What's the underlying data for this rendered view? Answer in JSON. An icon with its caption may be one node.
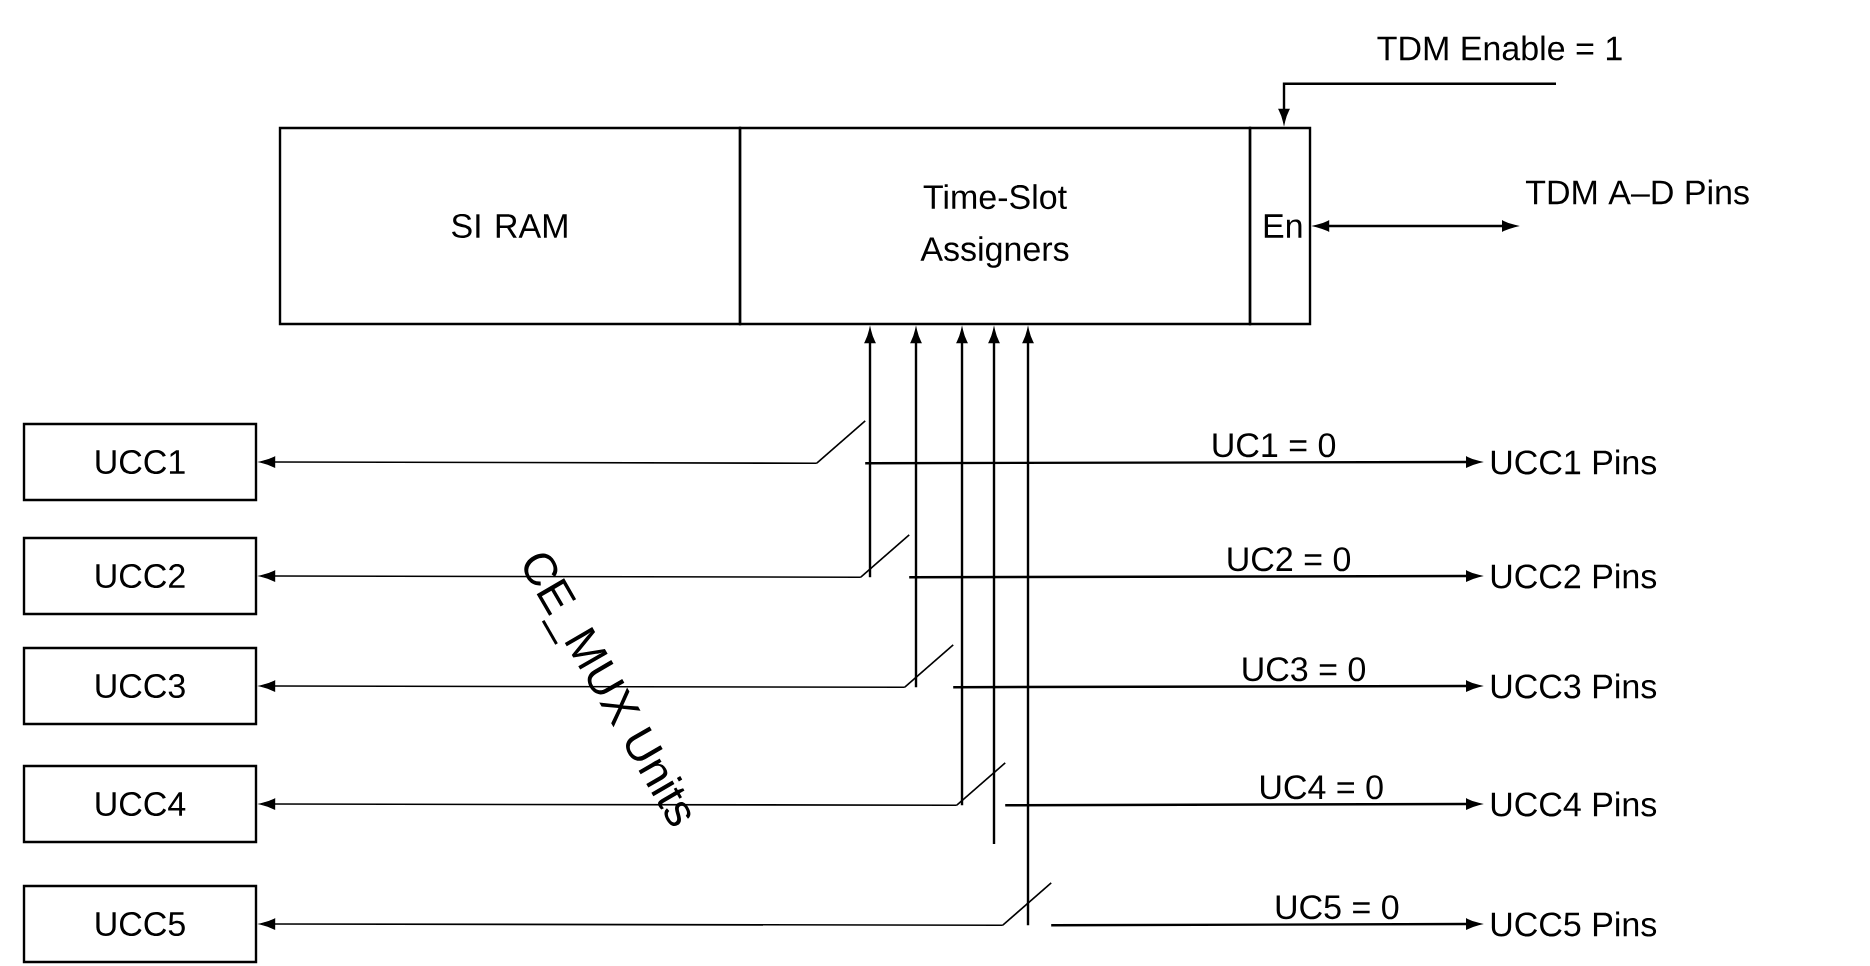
{
  "diagram": {
    "nodes": [
      {
        "text": [
          "SI RAM"
        ]
      },
      {
        "text": [
          "Time-Slot Assigners"
        ]
      },
      {
        "text": [
          "En"
        ]
      },
      {
        "text": [
          "TDM A–D Pins"
        ]
      },
      {
        "text": [
          "TDM Enable = 1"
        ]
      },
      {
        "text": [
          "UCC1"
        ]
      },
      {
        "text": [
          "UCC2"
        ]
      },
      {
        "text": [
          "UCC3"
        ]
      },
      {
        "text": [
          "UCC4"
        ]
      },
      {
        "text": [
          "UCC5"
        ]
      },
      {
        "text": [
          "UCC1 Pins"
        ]
      },
      {
        "text": [
          "UCC2 Pins"
        ]
      },
      {
        "text": [
          "UCC3 Pins"
        ]
      },
      {
        "text": [
          "UCC4 Pins"
        ]
      },
      {
        "text": [
          "UCC5 Pins"
        ]
      },
      {
        "text": [],
        "shape": "switch"
      },
      {
        "text": [],
        "shape": "switch"
      },
      {
        "text": [],
        "shape": "switch"
      },
      {
        "text": [],
        "shape": "switch"
      },
      {
        "text": [],
        "shape": "switch"
      }
    ],
    "edges": [
      {
        "from": 4,
        "to": 2,
        "arrow": "to"
      },
      {
        "from": 2,
        "to": 3,
        "arrow": "both"
      },
      {
        "from": 16,
        "to": 1,
        "arrow": "to"
      },
      {
        "from": 17,
        "to": 1,
        "arrow": "to"
      },
      {
        "from": 18,
        "to": 1,
        "arrow": "to"
      },
      {
        "from": null,
        "to": 1,
        "arrow": "to"
      },
      {
        "from": 19,
        "to": 1,
        "arrow": "to"
      },
      {
        "from": 15,
        "to": 5,
        "arrow": "to"
      },
      {
        "from": 16,
        "to": 6,
        "arrow": "to"
      },
      {
        "from": 17,
        "to": 7,
        "arrow": "to"
      },
      {
        "from": 18,
        "to": 8,
        "arrow": "to"
      },
      {
        "from": 19,
        "to": 9,
        "arrow": "to"
      },
      {
        "from": 15,
        "to": 10,
        "arrow": "to",
        "label": "UC1 = 0"
      },
      {
        "from": 16,
        "to": 11,
        "arrow": "to",
        "label": "UC2 = 0"
      },
      {
        "from": 17,
        "to": 12,
        "arrow": "to",
        "label": "UC3 = 0"
      },
      {
        "from": 18,
        "to": 13,
        "arrow": "to",
        "label": "UC4 = 0"
      },
      {
        "from": 19,
        "to": 14,
        "arrow": "to",
        "label": "UC5 = 0"
      }
    ],
    "labels": [
      "CE_MUX Units"
    ]
  }
}
